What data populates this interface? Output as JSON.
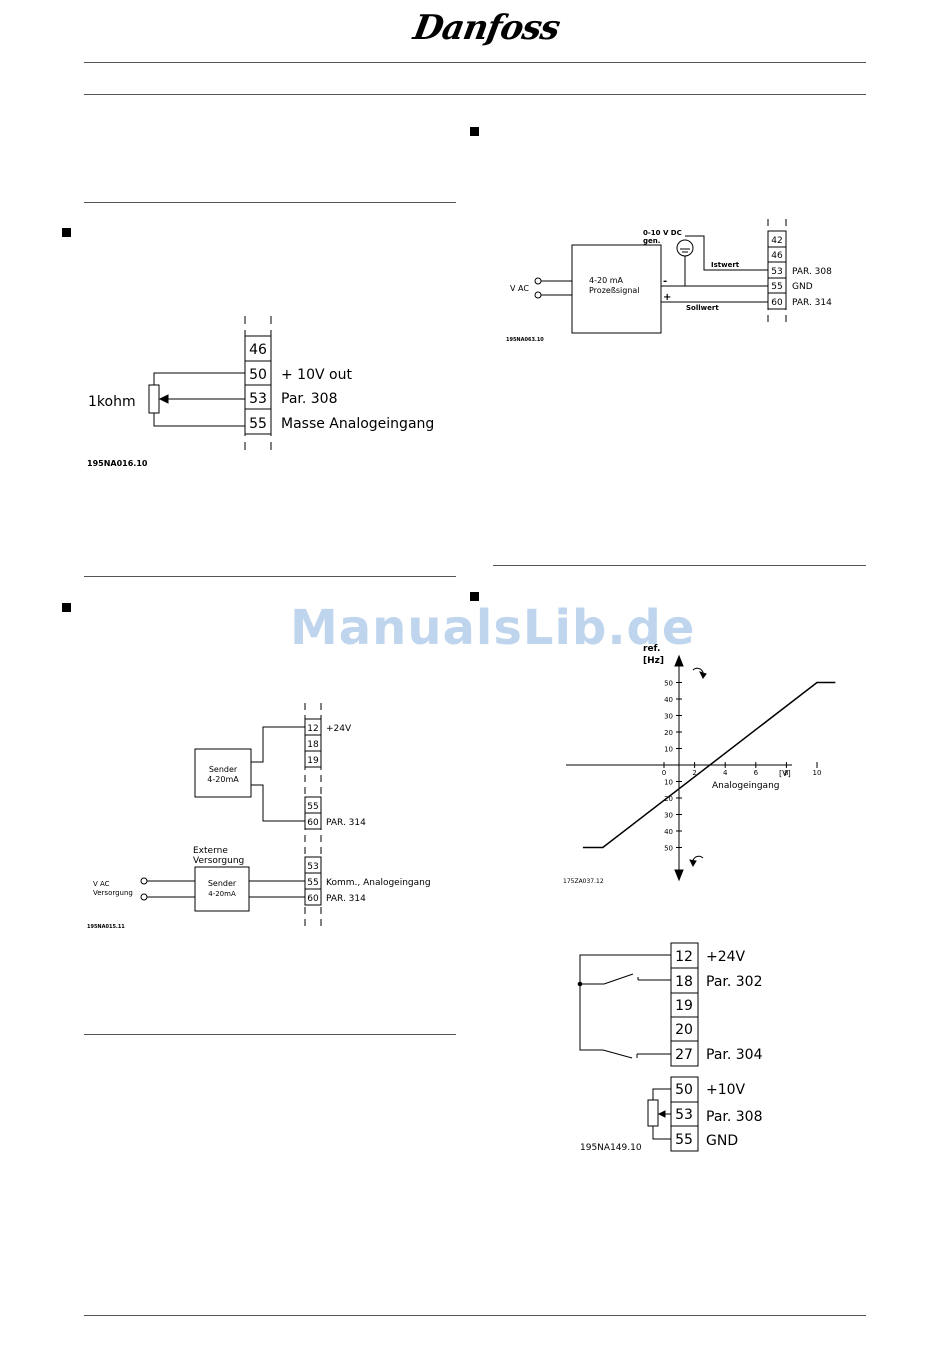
{
  "header": {
    "logo_text": "Danfoss"
  },
  "watermark": "ManualsLib.de",
  "diagram_pot": {
    "terminals": [
      "46",
      "50",
      "53",
      "55"
    ],
    "labels": [
      "+ 10V out",
      "Par. 308",
      "Masse Analogeingang"
    ],
    "component": "1kohm",
    "code": "195NA016.10"
  },
  "diagram_sender": {
    "terminals_top": [
      "12",
      "18",
      "19",
      "55",
      "60"
    ],
    "label_24v": "+24V",
    "label_par314": "PAR. 314",
    "sender_line1": "Sender",
    "sender_line2": "4-20mA",
    "ext_line1": "Externe",
    "ext_line2": "Versorgung",
    "vac_line1": "V AC",
    "vac_line2": "Versorgung",
    "terminals_bottom": [
      "53",
      "55",
      "60"
    ],
    "label_komm": "Komm., Analogeingang",
    "label_par314_b": "PAR. 314",
    "code": "195NA015.11"
  },
  "diagram_process": {
    "terminals": [
      "42",
      "46",
      "53",
      "55",
      "60"
    ],
    "labels": [
      "PAR. 308",
      "GND",
      "PAR. 314"
    ],
    "supply_line1": "0-10 V DC",
    "supply_line2": "gen.",
    "istwert": "Istwert",
    "sollwert": "Sollwert",
    "box_line1": "4-20 mA",
    "box_line2": "Prozeßsignal",
    "minus": "-",
    "plus": "+",
    "vac": "V AC",
    "code": "195NA063.10"
  },
  "chart_data": {
    "type": "line",
    "ylabel_line1": "ref.",
    "ylabel_line2": "[Hz]",
    "xunit": "[V]",
    "xlabel": "Analogeingang",
    "x_ticks": [
      "0",
      "2",
      "4",
      "6",
      "8",
      "10"
    ],
    "y_ticks": [
      "50",
      "40",
      "30",
      "20",
      "10",
      "10",
      "20",
      "30",
      "40",
      "50"
    ],
    "series": [
      {
        "x": [
          -5.3,
          -4,
          10,
          11.2
        ],
        "y": [
          -50,
          -50,
          50,
          50
        ]
      }
    ],
    "code": "175ZA037.12"
  },
  "diagram_switches": {
    "terminals": [
      "12",
      "18",
      "19",
      "20",
      "27"
    ],
    "labels": [
      "+24V",
      "Par. 302",
      "Par. 304"
    ],
    "terminals_pot": [
      "50",
      "53",
      "55"
    ],
    "labels_pot": [
      "+10V",
      "Par. 308",
      "GND"
    ],
    "code": "195NA149.10"
  }
}
